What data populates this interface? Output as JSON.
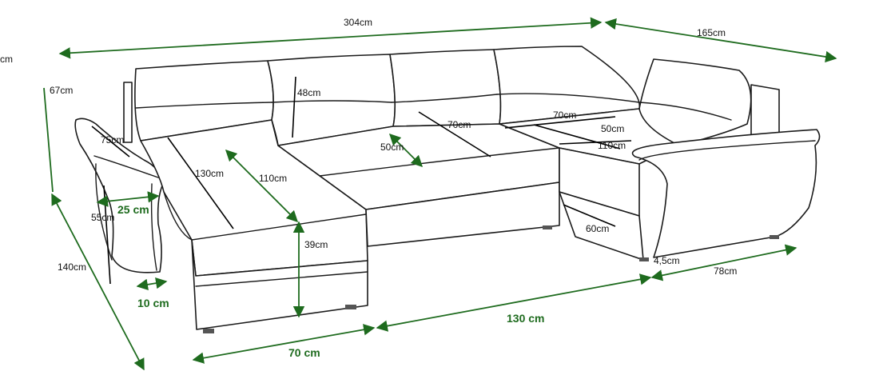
{
  "colors": {
    "outline": "#1a1a1a",
    "dimension_green": "#1e6b1e",
    "background": "#ffffff"
  },
  "labels": {
    "total_width": "304cm",
    "right_depth": "165cm",
    "left_cut": "cm",
    "height_total": "67cm",
    "back_height": "48cm",
    "armrest_len": "75cm",
    "chaise_len": "130cm",
    "chaise_inner": "110cm",
    "cushion_depth": "50cm",
    "seat_width": "70cm",
    "bed_width": "70cm",
    "right_depth_inner": "50cm",
    "right_len_inner": "110cm",
    "arm_width": "25 cm",
    "arm_height": "55cm",
    "left_depth": "140cm",
    "seat_height": "39cm",
    "leg_gap": "10 cm",
    "chaise_width": "70 cm",
    "middle_width": "130 cm",
    "right_inner": "60cm",
    "leg_height": "4,5cm",
    "right_width": "78cm"
  }
}
